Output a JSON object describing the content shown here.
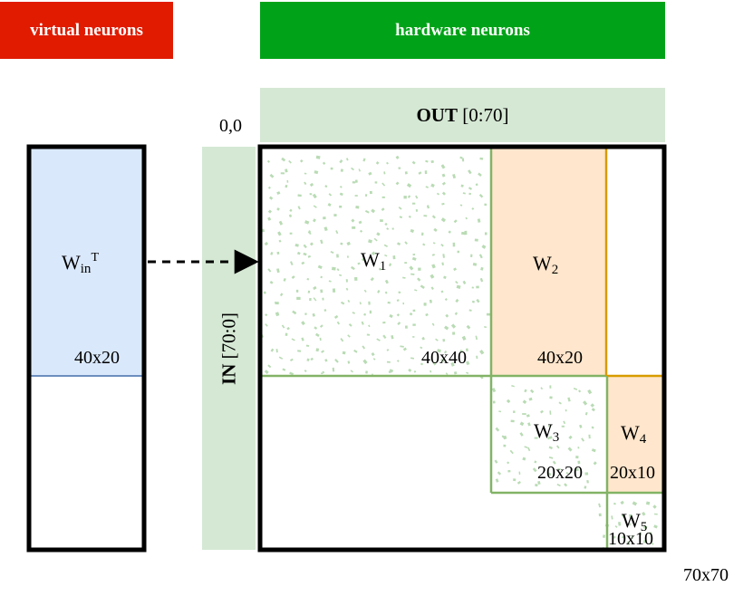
{
  "banners": {
    "virtual": "virtual neurons",
    "hardware": "hardware neurons"
  },
  "origin_label": "0,0",
  "out_label": {
    "bold": "OUT",
    "range": "[0:70]"
  },
  "in_label": {
    "bold": "IN",
    "range": "[70:0]"
  },
  "virtual_block": {
    "name": "W",
    "sub": "in",
    "sup": "T",
    "size": "40x20"
  },
  "blocks": [
    {
      "name": "W",
      "sub": "1",
      "size": "40x40"
    },
    {
      "name": "W",
      "sub": "2",
      "size": "40x20"
    },
    {
      "name": "W",
      "sub": "3",
      "size": "20x20"
    },
    {
      "name": "W",
      "sub": "4",
      "size": "20x10"
    },
    {
      "name": "W",
      "sub": "5",
      "size": "10x10"
    }
  ],
  "matrix_size": "70x70",
  "colors": {
    "virtual_banner": "#e01b00",
    "hardware_banner": "#00a318",
    "in_out_band": "#d5e8d4",
    "virtual_fill": "#dae8fc",
    "virtual_line": "#6c8ebf",
    "orange_fill": "#ffe6cc",
    "orange_line": "#d79b00",
    "green_line": "#82b366",
    "speckle": "#b9dbb4"
  }
}
